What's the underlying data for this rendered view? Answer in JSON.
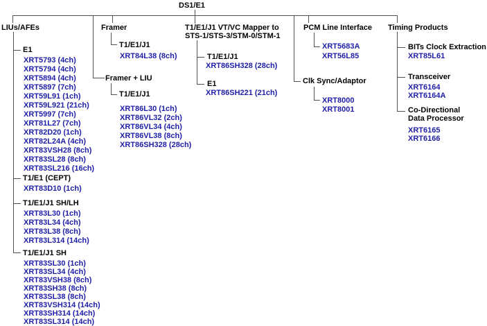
{
  "root_label": "DS1/E1",
  "colors": {
    "link_blue": "#1E1EA8",
    "heading_black": "#000000",
    "line_gray": "#4F4F4F",
    "background": "#FFFFFF"
  },
  "columns": [
    {
      "title": "LIUs/AFEs",
      "groups": [
        {
          "heading": "E1",
          "parts": [
            "XRT5793 (4ch)",
            "XRT5794 (4ch)",
            "XRT5894 (4ch)",
            "XRT5897 (7ch)",
            "XRT59L91 (1ch)",
            "XRT59L921 (21ch)",
            "XRT5997 (7ch)",
            "XRT81L27 (7ch)",
            "XRT82D20 (1ch)",
            "XRT82L24A (4ch)",
            "XRT83VSH28 (8ch)",
            "XRT83SL28 (8ch)",
            "XRT83SL216 (16ch)"
          ]
        },
        {
          "heading": "T1/E1 (CEPT)",
          "parts": [
            "XRT83D10 (1ch)"
          ]
        },
        {
          "heading": "T1/E1/J1 SH/LH",
          "parts": [
            "XRT83L30 (1ch)",
            "XRT83L34 (4ch)",
            "XRT83L38 (8ch)",
            "XRT83L314 (14ch)"
          ]
        },
        {
          "heading": "T1/E1/J1 SH",
          "parts": [
            "XRT83SL30 (1ch)",
            "XRT83SL34 (4ch)",
            "XRT83VSH38 (8ch)",
            "XRT83SH38 (8ch)",
            "XRT83SL38 (8ch)",
            "XRT83VSH314 (14ch)",
            "XRT83SH314 (14ch)",
            "XRT83SL314 (14ch)"
          ]
        }
      ]
    },
    {
      "title": "Framer",
      "groups": [
        {
          "heading": "T1/E1/J1",
          "parts": [
            "XRT84L38 (8ch)"
          ]
        }
      ]
    },
    {
      "title": "Framer + LIU",
      "groups": [
        {
          "heading": "T1/E1/J1",
          "parts": [
            "XRT86L30 (1ch)",
            "XRT86VL32 (2ch)",
            "XRT86VL34 (4ch)",
            "XRT86VL38 (8ch)",
            "XRT86SH328 (28ch)"
          ]
        }
      ]
    },
    {
      "title_line1": "T1/E1/J1 VT/VC Mapper to",
      "title_line2": "STS-1/STS-3/STM-0/STM-1",
      "groups": [
        {
          "heading": "T1/E1/J1",
          "parts": [
            "XRT86SH328 (28ch)"
          ]
        },
        {
          "heading": "E1",
          "parts": [
            "XRT86SH221 (21ch)"
          ]
        }
      ]
    },
    {
      "title": "PCM Line Interface",
      "groups": [
        {
          "parts": [
            "XRT5683A",
            "XRT56L85"
          ]
        }
      ]
    },
    {
      "title": "Clk Sync/Adaptor",
      "groups": [
        {
          "parts": [
            "XRT8000",
            "XRT8001"
          ]
        }
      ]
    },
    {
      "title": "Timing Products",
      "groups": [
        {
          "heading": "BITs Clock Extraction",
          "parts": [
            "XRT85L61"
          ]
        },
        {
          "heading": "Transceiver",
          "parts": [
            "XRT6164",
            "XRT6164A"
          ]
        },
        {
          "heading_line1": "Co-Directional",
          "heading_line2": "Data Processor",
          "parts": [
            "XRT6165",
            "XRT6166"
          ]
        }
      ]
    }
  ]
}
